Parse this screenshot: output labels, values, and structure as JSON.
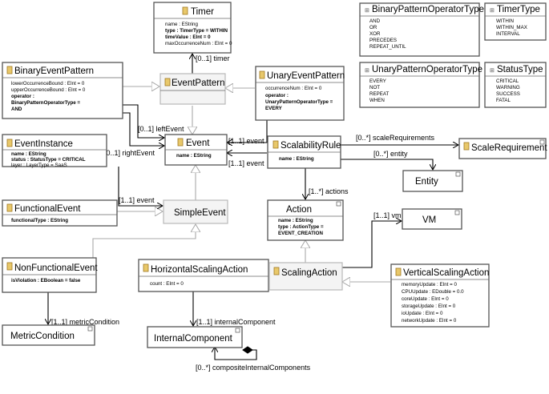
{
  "classes": {
    "timer": {
      "name": "Timer",
      "attrs": [
        "name : EString",
        "type : TimerType = WITHIN",
        "timeValue : EInt = 0",
        "maxOccurrenceNum : EInt = 0"
      ]
    },
    "binary_event_pattern": {
      "name": "BinaryEventPattern",
      "attrs": [
        "lowerOccurrenceBound : EInt = 0",
        "upperOccurrenceBound : EInt = 0",
        "operator :",
        "BinaryPatternOperatorType =",
        "AND"
      ]
    },
    "event_pattern": {
      "name": "EventPattern"
    },
    "unary_event_pattern": {
      "name": "UnaryEventPattern",
      "attrs": [
        "occurrenceNum : EInt = 0",
        "operator :",
        "UnaryPatternOperatorType =",
        "EVERY"
      ]
    },
    "event_instance": {
      "name": "EventInstance",
      "attrs": [
        "name : EString",
        "status : StatusType = CRITICAL",
        "layer : LayerType = SaaS"
      ]
    },
    "event": {
      "name": "Event",
      "attrs": [
        "name : EString"
      ]
    },
    "functional_event": {
      "name": "FunctionalEvent",
      "attrs": [
        "functionalType : EString"
      ]
    },
    "simple_event": {
      "name": "SimpleEvent"
    },
    "scalability_rule": {
      "name": "ScalabilityRule",
      "attrs": [
        "name : EString"
      ]
    },
    "scale_requirement": {
      "name": "ScaleRequirement"
    },
    "entity": {
      "name": "Entity"
    },
    "action": {
      "name": "Action",
      "attrs": [
        "name : EString",
        "type : ActionType =",
        "EVENT_CREATION"
      ]
    },
    "vm": {
      "name": "VM"
    },
    "non_functional_event": {
      "name": "NonFunctionalEvent",
      "attrs": [
        "isViolation : EBoolean = false"
      ]
    },
    "horizontal_scaling_action": {
      "name": "HorizontalScalingAction",
      "attrs": [
        "count : EInt = 0"
      ]
    },
    "scaling_action": {
      "name": "ScalingAction"
    },
    "vertical_scaling_action": {
      "name": "VerticalScalingAction",
      "attrs": [
        "memoryUpdate : EInt = 0",
        "CPUUpdate : EDouble = 0.0",
        "coreUpdate : EInt = 0",
        "storageUpdate : EInt = 0",
        "ioUpdate : EInt = 0",
        "networkUpdate : EInt = 0"
      ]
    },
    "metric_condition": {
      "name": "MetricCondition"
    },
    "internal_component": {
      "name": "InternalComponent"
    }
  },
  "enums": {
    "binary_pattern_operator_type": {
      "name": "BinaryPatternOperatorType",
      "literals": [
        "AND",
        "OR",
        "XOR",
        "PRECEDES",
        "REPEAT_UNTIL"
      ]
    },
    "timer_type": {
      "name": "TimerType",
      "literals": [
        "WITHIN",
        "WITHIN_MAX",
        "INTERVAL"
      ]
    },
    "unary_pattern_operator_type": {
      "name": "UnaryPatternOperatorType",
      "literals": [
        "EVERY",
        "NOT",
        "REPEAT",
        "WHEN"
      ]
    },
    "status_type": {
      "name": "StatusType",
      "literals": [
        "CRITICAL",
        "WARNING",
        "SUCCESS",
        "FATAL"
      ]
    }
  },
  "associations": {
    "timer": "[0..1] timer",
    "left_event": "[0..1] leftEvent",
    "right_event": "[0..1] rightEvent",
    "unary_event": "[1..1] event",
    "event_instance_event": "[1..1] event",
    "functional_event": "[1..1] event",
    "scale_requirements": "[0..*] scaleRequirements",
    "entity": "[0..*] entity",
    "actions": "[1..*] actions",
    "vm": "[1..1] vm",
    "metric_condition": "[1..1] metricCondition",
    "internal_component": "[1..1] internalComponent",
    "composite_internal_components": "[0..*] compositeInternalComponents"
  }
}
